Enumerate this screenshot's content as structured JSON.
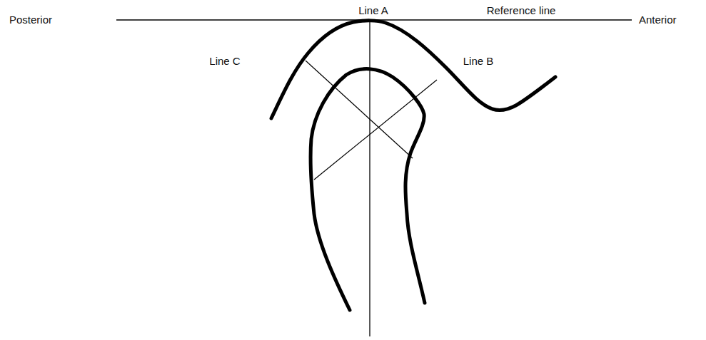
{
  "diagram": {
    "labels": [
      "Posterior",
      "Line A",
      "Reference line",
      "Anterior",
      "Line C",
      "Line B"
    ]
  }
}
